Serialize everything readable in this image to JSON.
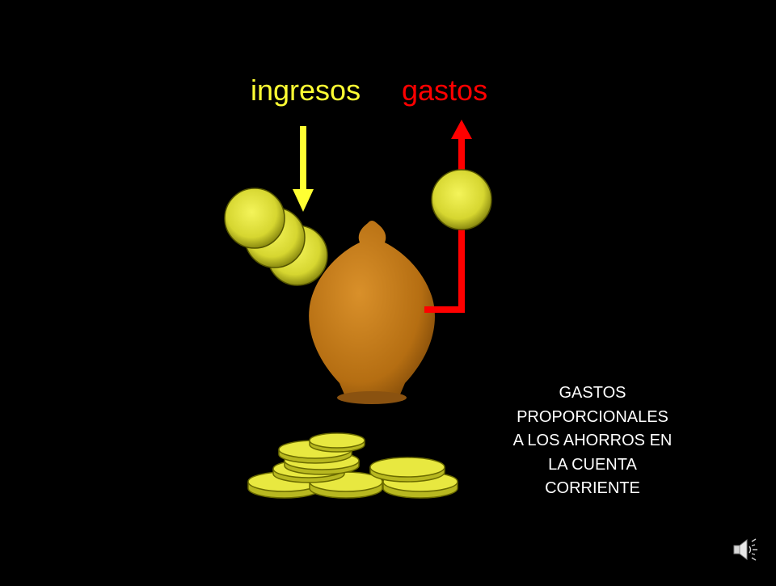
{
  "slide": {
    "income_label": "ingresos",
    "expense_label": "gastos",
    "caption_lines": [
      "GASTOS",
      "PROPORCIONALES",
      "A LOS AHORROS EN",
      "LA CUENTA",
      "CORRIENTE"
    ]
  },
  "colors": {
    "background": "#000000",
    "income": "#ffff33",
    "expense": "#ff0000",
    "coin": "#e8e84a",
    "piggy_bank": "#c77d18",
    "caption": "#ffffff"
  },
  "icons": {
    "income_arrow": "arrow-down-icon",
    "expense_arrow": "arrow-up-icon",
    "piggy_bank": "piggy-bank-icon",
    "coin": "coin-icon",
    "sound": "speaker-icon"
  }
}
